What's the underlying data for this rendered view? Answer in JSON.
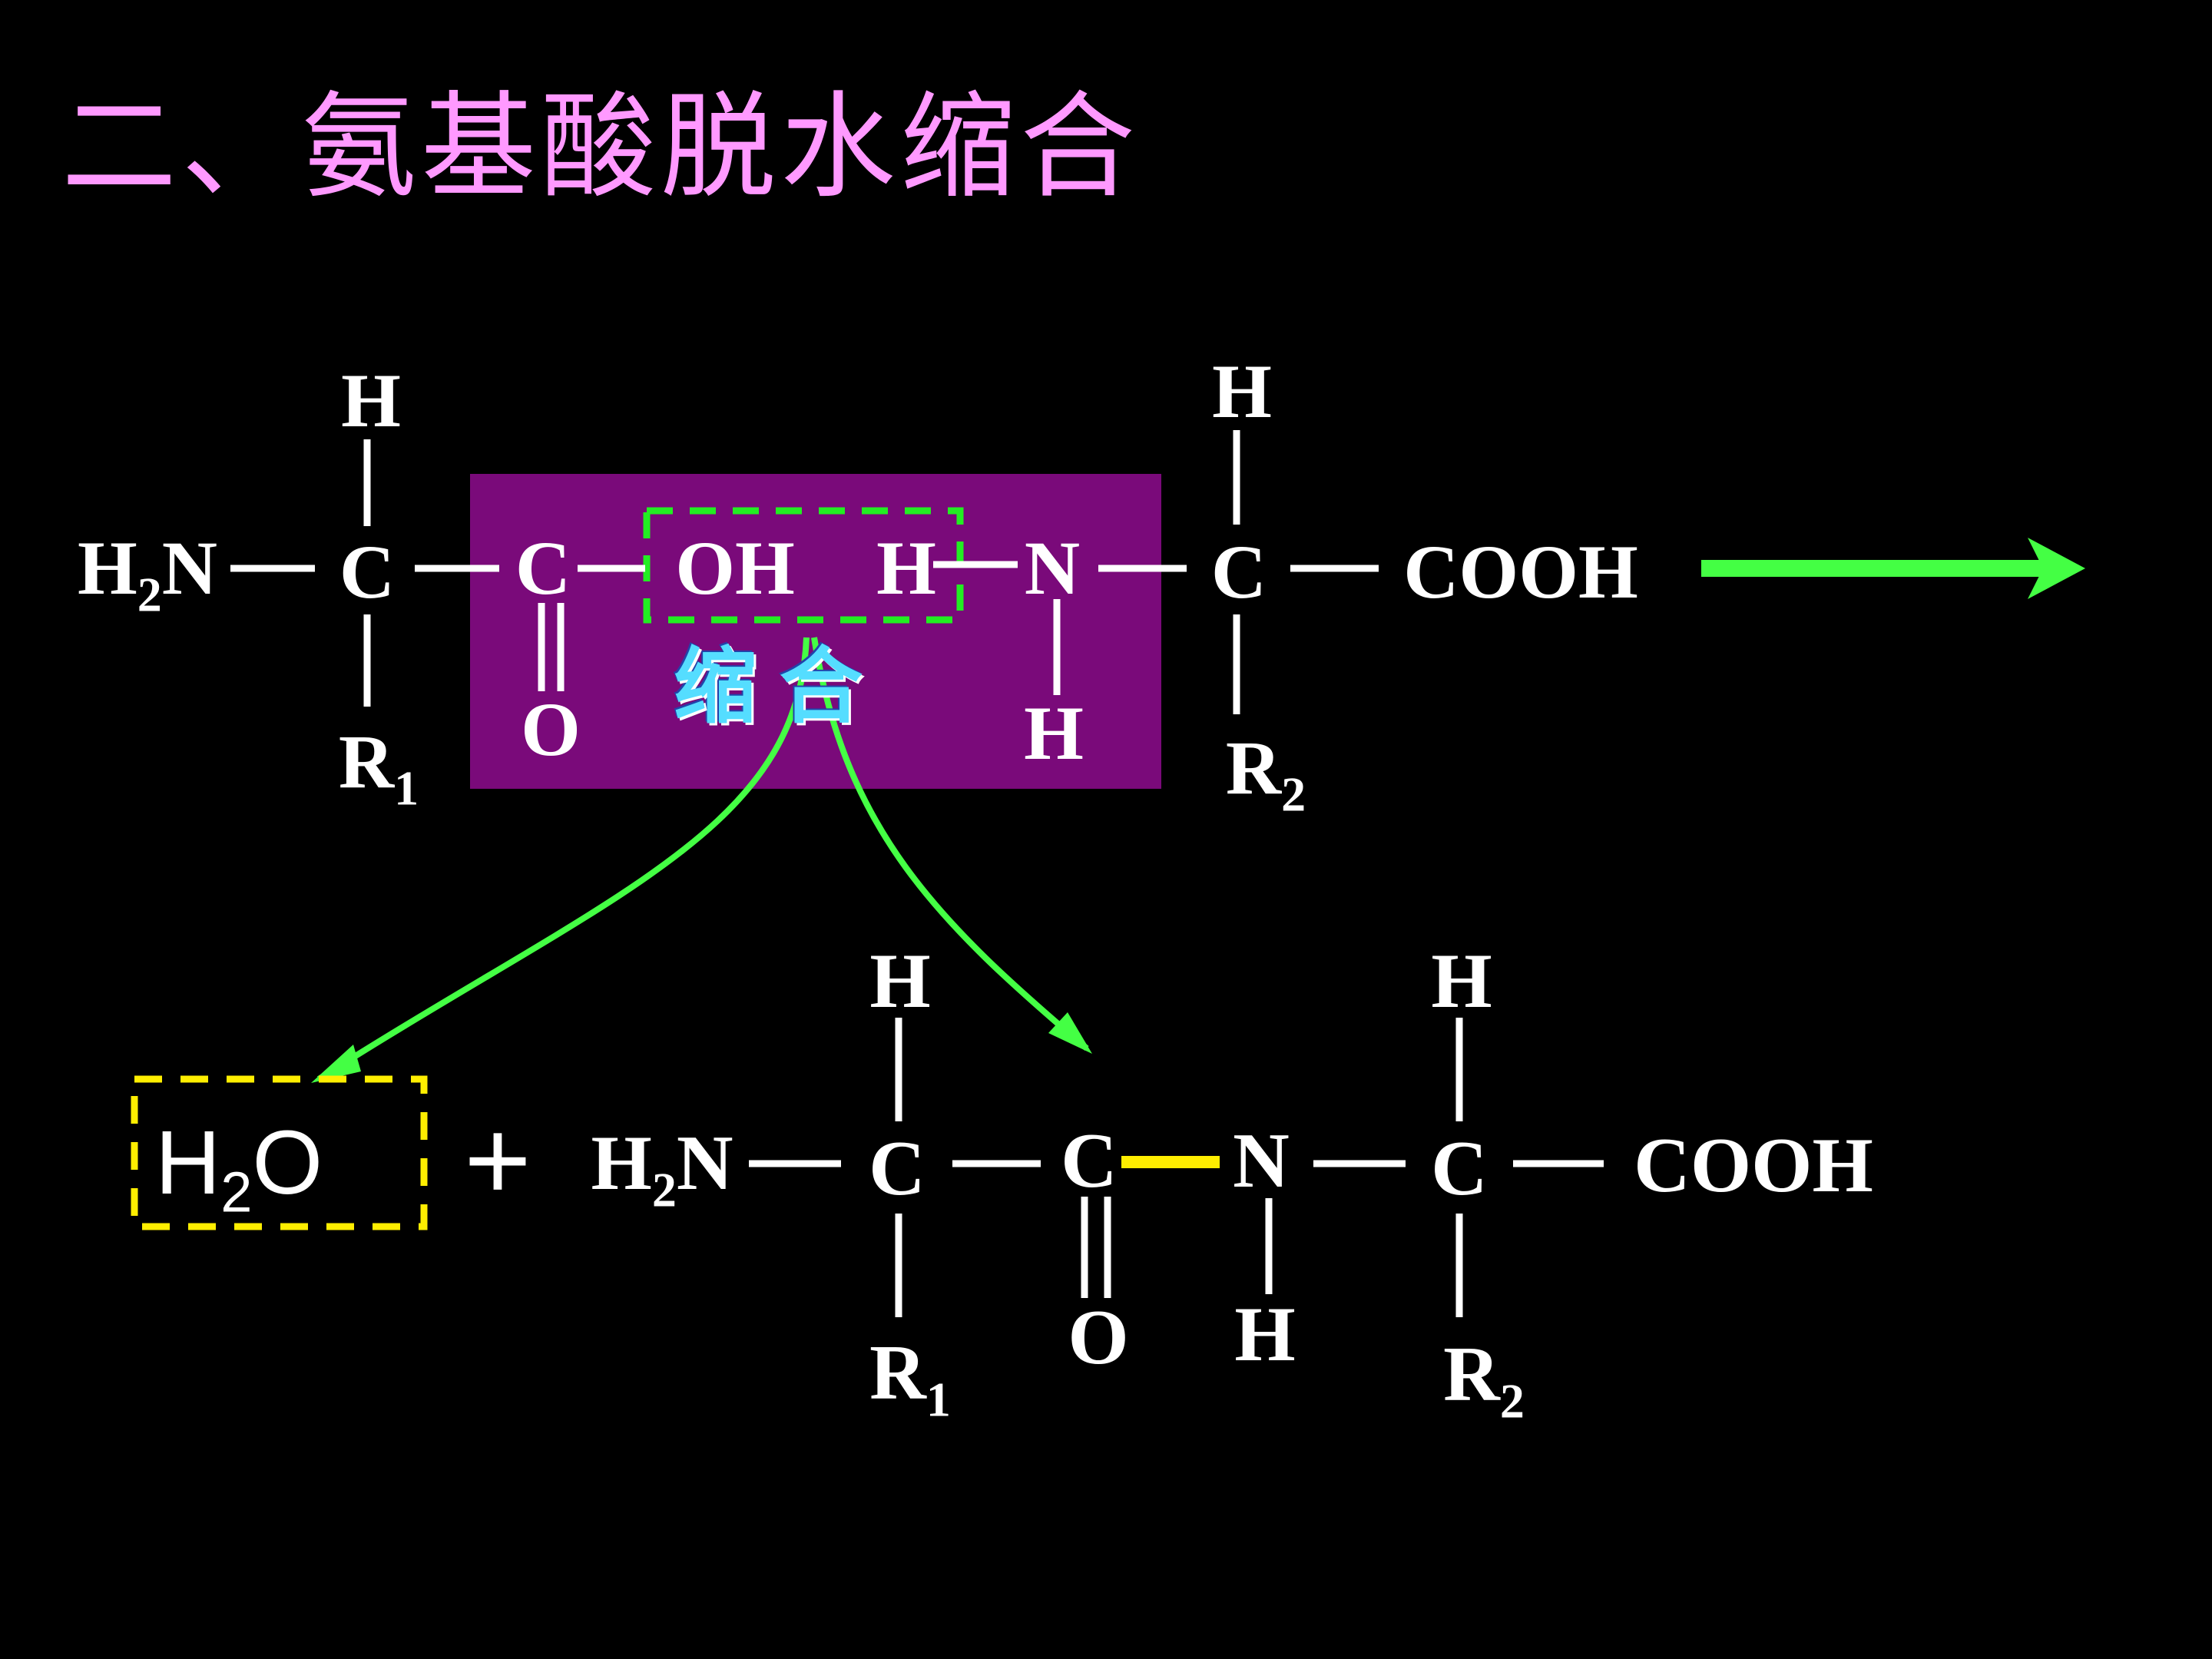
{
  "slide": {
    "title": "二、氨基酸脱水缩合",
    "label_condense": "缩合",
    "colors": {
      "background": "#000000",
      "title": "#ff99ff",
      "highlight_box": "#7a0a7a",
      "dashed_group": "#22ee22",
      "arrow": "#44ff44",
      "peptide_bond": "#ffee00",
      "water_box": "#ffee00",
      "label_condense": "#55ddff"
    }
  },
  "reactants": {
    "aa1": {
      "amino": "H",
      "amino_sub": "2",
      "amino_n": "N",
      "alpha_c": "C",
      "alpha_h": "H",
      "r": "R",
      "r_sub": "1",
      "carboxyl_c": "C",
      "carbonyl_o": "O",
      "hydroxyl": "OH"
    },
    "aa2": {
      "amine_h": "H",
      "amine_n": "N",
      "amine_h2": "H",
      "alpha_c": "C",
      "alpha_h": "H",
      "r": "R",
      "r_sub": "2",
      "carboxyl": "COOH"
    }
  },
  "products": {
    "water": {
      "h": "H",
      "sub": "2",
      "o": "O"
    },
    "plus": "+",
    "dipeptide": {
      "amino": "H",
      "amino_sub": "2",
      "amino_n": "N",
      "c1": "C",
      "h1": "H",
      "r1": "R",
      "r1_sub": "1",
      "carbonyl_c": "C",
      "carbonyl_o": "O",
      "n": "N",
      "n_h": "H",
      "c2": "C",
      "h2": "H",
      "r2": "R",
      "r2_sub": "2",
      "carboxyl": "COOH"
    }
  }
}
